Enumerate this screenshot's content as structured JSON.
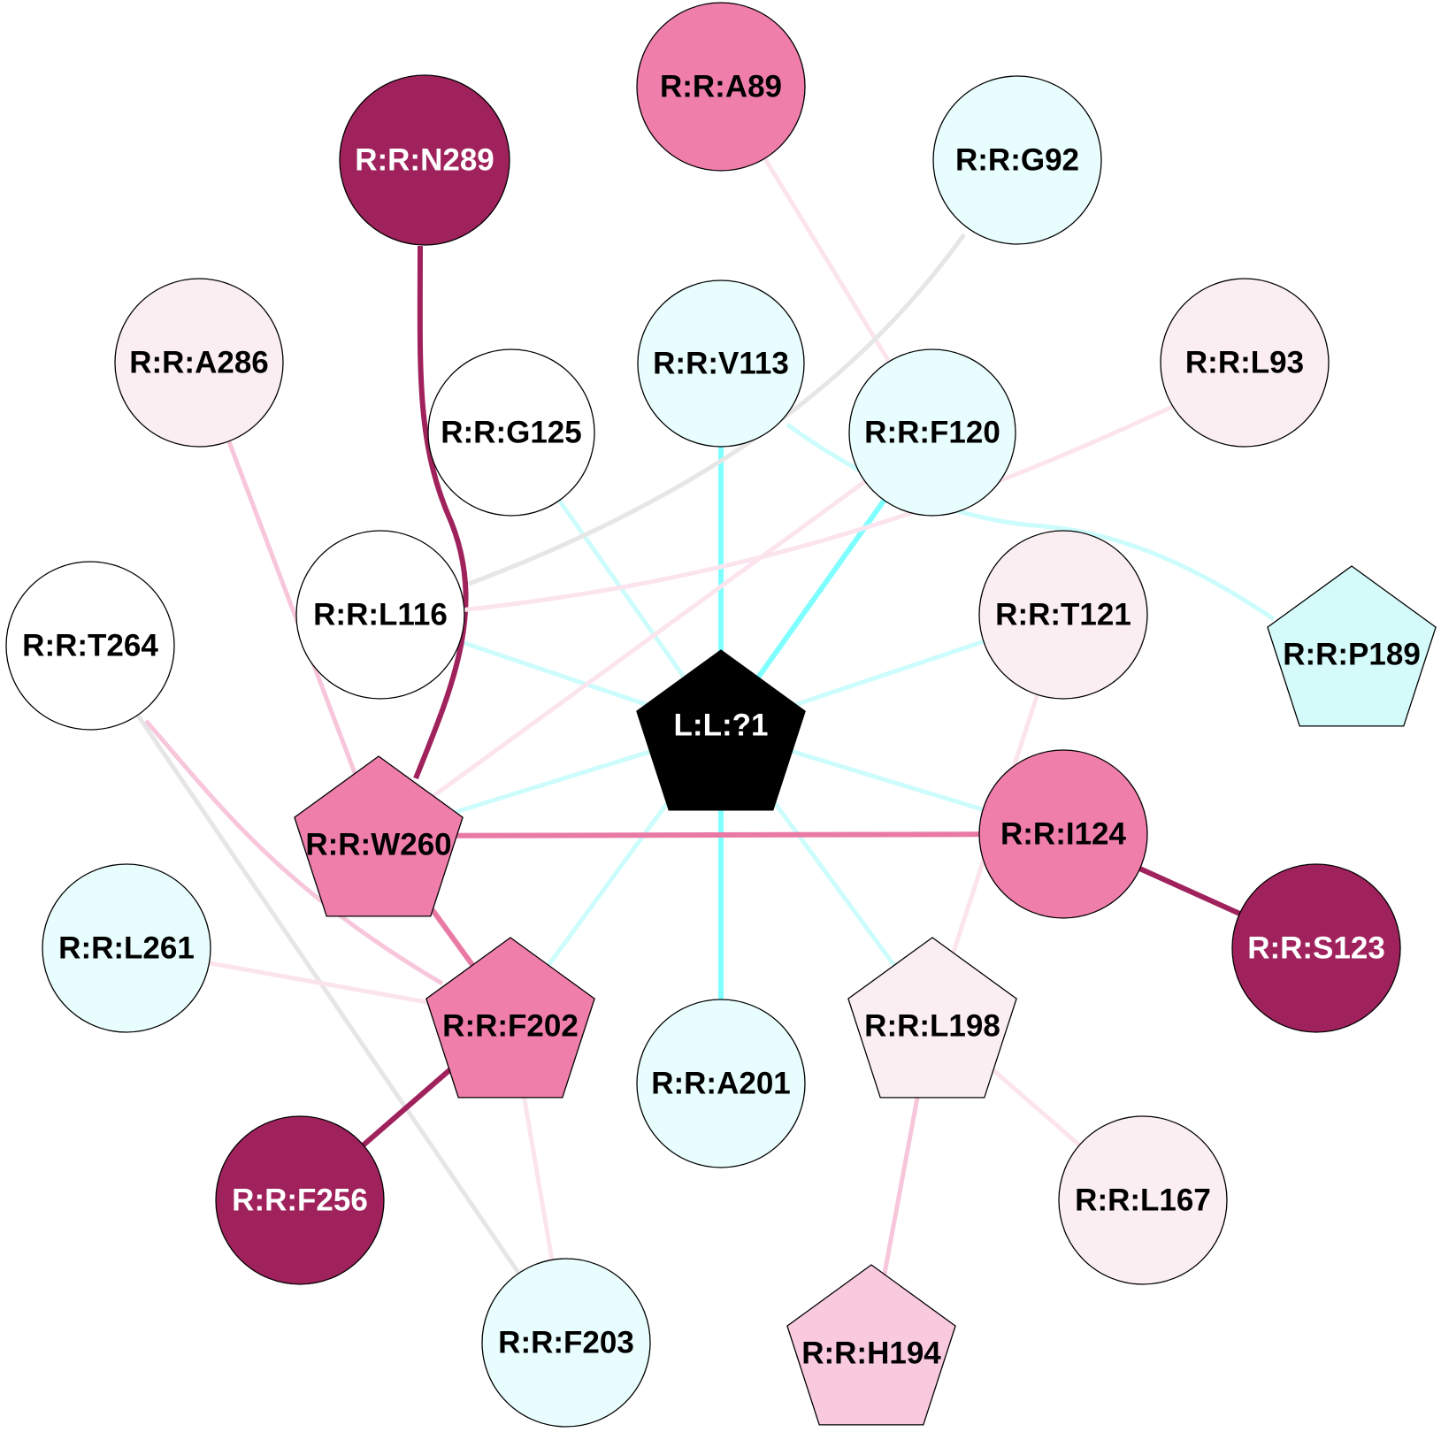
{
  "colors": {
    "cyan_strong": "#80ffff",
    "cyan_light": "#ccfcfc",
    "pink_light": "#fce4ee",
    "pink_mid": "#f7c6da",
    "pink_strong": "#e97aa6",
    "magenta": "#a0225c",
    "gray": "#e6e6e6",
    "node_white": "#ffffff",
    "node_cyan": "#e8fdfd",
    "node_cyan_pent": "#d4fafa",
    "node_pink_light": "#fbeef3",
    "node_pink_mid": "#f9c9de",
    "node_pink": "#ef7eab",
    "node_magenta": "#a0225c",
    "node_black": "#000000"
  },
  "nodes": [
    {
      "id": "L:L:?1",
      "label": "L:L:?1",
      "shape": "pentagon",
      "fill": "node_black",
      "text_color": "#ffffff"
    },
    {
      "id": "R:R:A89",
      "label": "R:R:A89",
      "shape": "circle",
      "fill": "node_pink",
      "text_color": "#000000"
    },
    {
      "id": "R:R:N289",
      "label": "R:R:N289",
      "shape": "circle",
      "fill": "node_magenta",
      "text_color": "#ffffff"
    },
    {
      "id": "R:R:G92",
      "label": "R:R:G92",
      "shape": "circle",
      "fill": "node_cyan",
      "text_color": "#000000"
    },
    {
      "id": "R:R:A286",
      "label": "R:R:A286",
      "shape": "circle",
      "fill": "node_pink_light",
      "text_color": "#000000"
    },
    {
      "id": "R:R:V113",
      "label": "R:R:V113",
      "shape": "circle",
      "fill": "node_cyan",
      "text_color": "#000000"
    },
    {
      "id": "R:R:L93",
      "label": "R:R:L93",
      "shape": "circle",
      "fill": "node_pink_light",
      "text_color": "#000000"
    },
    {
      "id": "R:R:G125",
      "label": "R:R:G125",
      "shape": "circle",
      "fill": "node_white",
      "text_color": "#000000"
    },
    {
      "id": "R:R:F120",
      "label": "R:R:F120",
      "shape": "circle",
      "fill": "node_cyan",
      "text_color": "#000000"
    },
    {
      "id": "R:R:L116",
      "label": "R:R:L116",
      "shape": "circle",
      "fill": "node_white",
      "text_color": "#000000"
    },
    {
      "id": "R:R:T121",
      "label": "R:R:T121",
      "shape": "circle",
      "fill": "node_pink_light",
      "text_color": "#000000"
    },
    {
      "id": "R:R:T264",
      "label": "R:R:T264",
      "shape": "circle",
      "fill": "node_white",
      "text_color": "#000000"
    },
    {
      "id": "R:R:P189",
      "label": "R:R:P189",
      "shape": "pentagon",
      "fill": "node_cyan_pent",
      "text_color": "#000000"
    },
    {
      "id": "R:R:W260",
      "label": "R:R:W260",
      "shape": "pentagon",
      "fill": "node_pink",
      "text_color": "#000000"
    },
    {
      "id": "R:R:I124",
      "label": "R:R:I124",
      "shape": "circle",
      "fill": "node_pink",
      "text_color": "#000000"
    },
    {
      "id": "R:R:L261",
      "label": "R:R:L261",
      "shape": "circle",
      "fill": "node_cyan",
      "text_color": "#000000"
    },
    {
      "id": "R:R:S123",
      "label": "R:R:S123",
      "shape": "circle",
      "fill": "node_magenta",
      "text_color": "#ffffff"
    },
    {
      "id": "R:R:F202",
      "label": "R:R:F202",
      "shape": "pentagon",
      "fill": "node_pink",
      "text_color": "#000000"
    },
    {
      "id": "R:R:L198",
      "label": "R:R:L198",
      "shape": "pentagon",
      "fill": "node_pink_light",
      "text_color": "#000000"
    },
    {
      "id": "R:R:A201",
      "label": "R:R:A201",
      "shape": "circle",
      "fill": "node_cyan",
      "text_color": "#000000"
    },
    {
      "id": "R:R:F256",
      "label": "R:R:F256",
      "shape": "circle",
      "fill": "node_magenta",
      "text_color": "#ffffff"
    },
    {
      "id": "R:R:L167",
      "label": "R:R:L167",
      "shape": "circle",
      "fill": "node_pink_light",
      "text_color": "#000000"
    },
    {
      "id": "R:R:F203",
      "label": "R:R:F203",
      "shape": "circle",
      "fill": "node_cyan",
      "text_color": "#000000"
    },
    {
      "id": "R:R:H194",
      "label": "R:R:H194",
      "shape": "pentagon",
      "fill": "node_pink_mid",
      "text_color": "#000000"
    }
  ],
  "edges": [
    {
      "source": "L:L:?1",
      "target": "R:R:V113",
      "color": "cyan_strong",
      "weight": "strong"
    },
    {
      "source": "L:L:?1",
      "target": "R:R:F120",
      "color": "cyan_strong",
      "weight": "strong"
    },
    {
      "source": "L:L:?1",
      "target": "R:R:A201",
      "color": "cyan_strong",
      "weight": "strong"
    },
    {
      "source": "L:L:?1",
      "target": "R:R:G125",
      "color": "cyan_light",
      "weight": "normal"
    },
    {
      "source": "L:L:?1",
      "target": "R:R:L116",
      "color": "cyan_light",
      "weight": "normal"
    },
    {
      "source": "L:L:?1",
      "target": "R:R:T121",
      "color": "cyan_light",
      "weight": "normal"
    },
    {
      "source": "L:L:?1",
      "target": "R:R:W260",
      "color": "cyan_light",
      "weight": "normal"
    },
    {
      "source": "L:L:?1",
      "target": "R:R:I124",
      "color": "cyan_light",
      "weight": "normal"
    },
    {
      "source": "L:L:?1",
      "target": "R:R:F202",
      "color": "cyan_light",
      "weight": "normal"
    },
    {
      "source": "L:L:?1",
      "target": "R:R:L198",
      "color": "cyan_light",
      "weight": "normal"
    },
    {
      "source": "R:R:V113",
      "target": "R:R:P189",
      "color": "cyan_light",
      "weight": "normal"
    },
    {
      "source": "R:R:N289",
      "target": "R:R:W260",
      "color": "magenta",
      "weight": "strong"
    },
    {
      "source": "R:R:A89",
      "target": "R:R:F120",
      "color": "pink_light",
      "weight": "normal"
    },
    {
      "source": "R:R:G92",
      "target": "R:R:L116",
      "color": "gray",
      "weight": "normal"
    },
    {
      "source": "R:R:L93",
      "target": "R:R:L116",
      "color": "pink_light",
      "weight": "normal"
    },
    {
      "source": "R:R:F120",
      "target": "R:R:W260",
      "color": "pink_light",
      "weight": "normal"
    },
    {
      "source": "R:R:A286",
      "target": "R:R:W260",
      "color": "pink_mid",
      "weight": "normal"
    },
    {
      "source": "R:R:W260",
      "target": "R:R:I124",
      "color": "pink_strong",
      "weight": "strong"
    },
    {
      "source": "R:R:W260",
      "target": "R:R:F202",
      "color": "pink_strong",
      "weight": "strong"
    },
    {
      "source": "R:R:I124",
      "target": "R:R:S123",
      "color": "magenta",
      "weight": "strong"
    },
    {
      "source": "R:R:T264",
      "target": "R:R:F202",
      "color": "pink_mid",
      "weight": "normal"
    },
    {
      "source": "R:R:T264",
      "target": "R:R:F203",
      "color": "gray",
      "weight": "normal"
    },
    {
      "source": "R:R:L261",
      "target": "R:R:F202",
      "color": "pink_light",
      "weight": "normal"
    },
    {
      "source": "R:R:F202",
      "target": "R:R:F256",
      "color": "magenta",
      "weight": "strong"
    },
    {
      "source": "R:R:F202",
      "target": "R:R:F203",
      "color": "pink_light",
      "weight": "normal"
    },
    {
      "source": "R:R:T121",
      "target": "R:R:L198",
      "color": "pink_light",
      "weight": "normal"
    },
    {
      "source": "R:R:L198",
      "target": "R:R:L167",
      "color": "pink_light",
      "weight": "normal"
    },
    {
      "source": "R:R:L198",
      "target": "R:R:H194",
      "color": "pink_mid",
      "weight": "normal"
    }
  ]
}
